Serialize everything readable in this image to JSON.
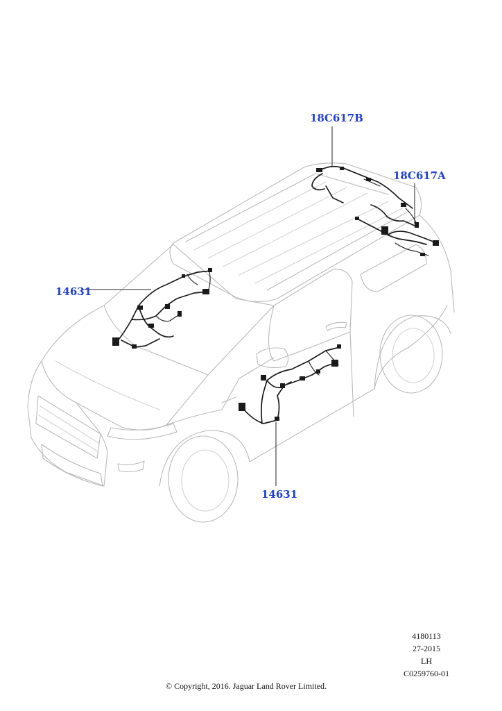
{
  "callouts": {
    "roof_rear": "18C617B",
    "roof_front": "18C617A",
    "dash_harness": "14631",
    "door_harness": "14631"
  },
  "meta": {
    "illustration_number": "4180113",
    "date_code": "27-2015",
    "side": "LH",
    "part_ref": "C0259760-01",
    "copyright": "© Copyright, 2016. Jaguar Land Rover Limited."
  },
  "colors": {
    "callout": "#1f3fd6",
    "vehicle_outline": "#b9b9b9",
    "harness": "#1a1a1a"
  }
}
